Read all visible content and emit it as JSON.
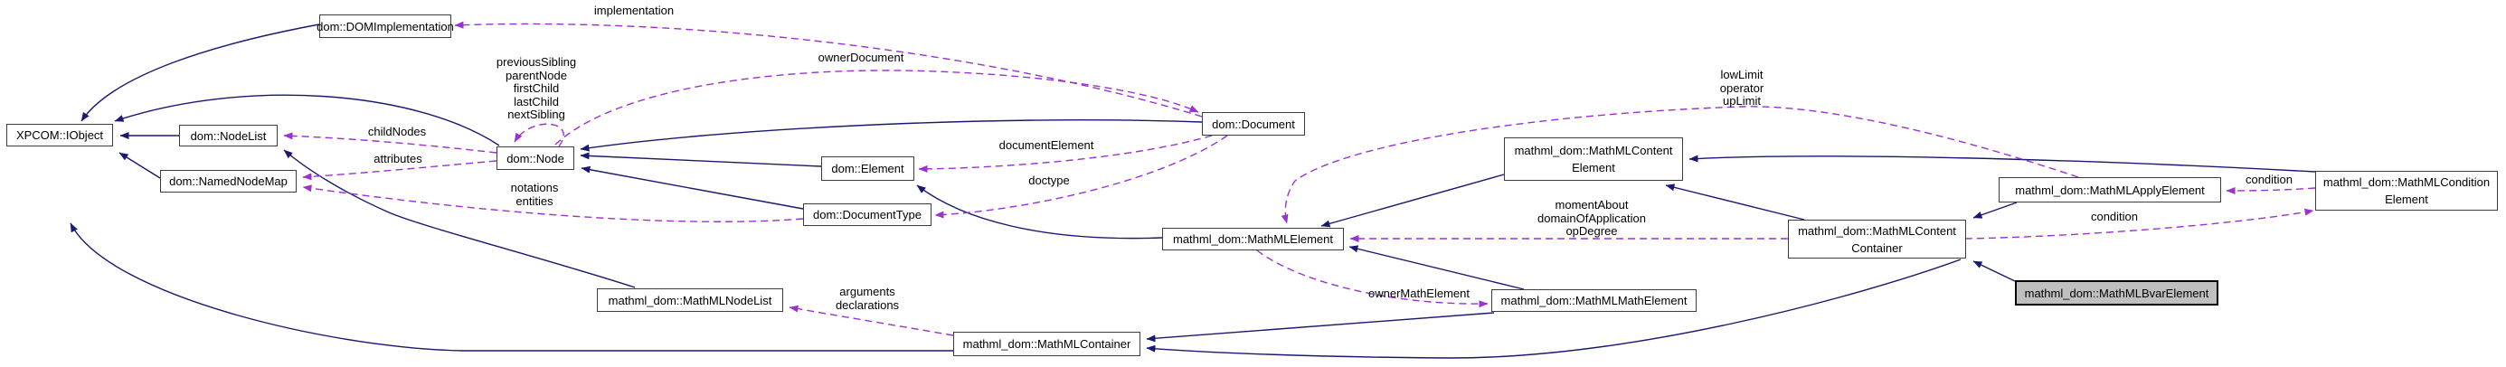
{
  "diagram": {
    "kind": "class collaboration graph",
    "colors": {
      "inheritance_edge": "#191970",
      "usage_edge": "#9a32cd",
      "node_border": "#3d3d3d",
      "node_fill": "#ffffff",
      "highlight_fill": "#bfbfbf",
      "background": "#ffffff",
      "text": "#000000"
    },
    "nodes": {
      "iobject": {
        "label": "XPCOM::IObject"
      },
      "nodelist": {
        "label": "dom::NodeList"
      },
      "namednodemap": {
        "label": "dom::NamedNodeMap"
      },
      "domimplementation": {
        "label": "dom::DOMImplementation"
      },
      "node": {
        "label": "dom::Node"
      },
      "element": {
        "label": "dom::Element"
      },
      "documenttype": {
        "label": "dom::DocumentType"
      },
      "document": {
        "label": "dom::Document"
      },
      "mathmlelement": {
        "label": "mathml_dom::MathMLElement"
      },
      "mathmlnodelist": {
        "label": "mathml_dom::MathMLNodeList"
      },
      "mathmlcontainer": {
        "label": "mathml_dom::MathMLContainer"
      },
      "mathmlmathelement": {
        "label": "mathml_dom::MathMLMathElement"
      },
      "contentelement": {
        "label": "mathml_dom::MathMLContent\nElement"
      },
      "contentcontainer": {
        "label": "mathml_dom::MathMLContent\nContainer"
      },
      "applyelement": {
        "label": "mathml_dom::MathMLApplyElement"
      },
      "conditionelement": {
        "label": "mathml_dom::MathMLCondition\nElement"
      },
      "bvarelement": {
        "label": "mathml_dom::MathMLBvarElement"
      }
    },
    "edge_labels": {
      "implementation": {
        "text": "implementation"
      },
      "node_self": {
        "text": "previousSibling\nparentNode\nfirstChild\nlastChild\nnextSibling"
      },
      "ownerdocument": {
        "text": "ownerDocument"
      },
      "childnodes": {
        "text": "childNodes"
      },
      "attributes": {
        "text": "attributes"
      },
      "notations": {
        "text": "notations\nentities"
      },
      "documentelement": {
        "text": "documentElement"
      },
      "doctype": {
        "text": "doctype"
      },
      "lowlimit": {
        "text": "lowLimit\noperator\nupLimit"
      },
      "momentabout": {
        "text": "momentAbout\ndomainOfApplication\nopDegree"
      },
      "ownermathelement": {
        "text": "ownerMathElement"
      },
      "arguments": {
        "text": "arguments\ndeclarations"
      },
      "condition_left": {
        "text": "condition"
      },
      "condition_right": {
        "text": "condition"
      }
    }
  }
}
